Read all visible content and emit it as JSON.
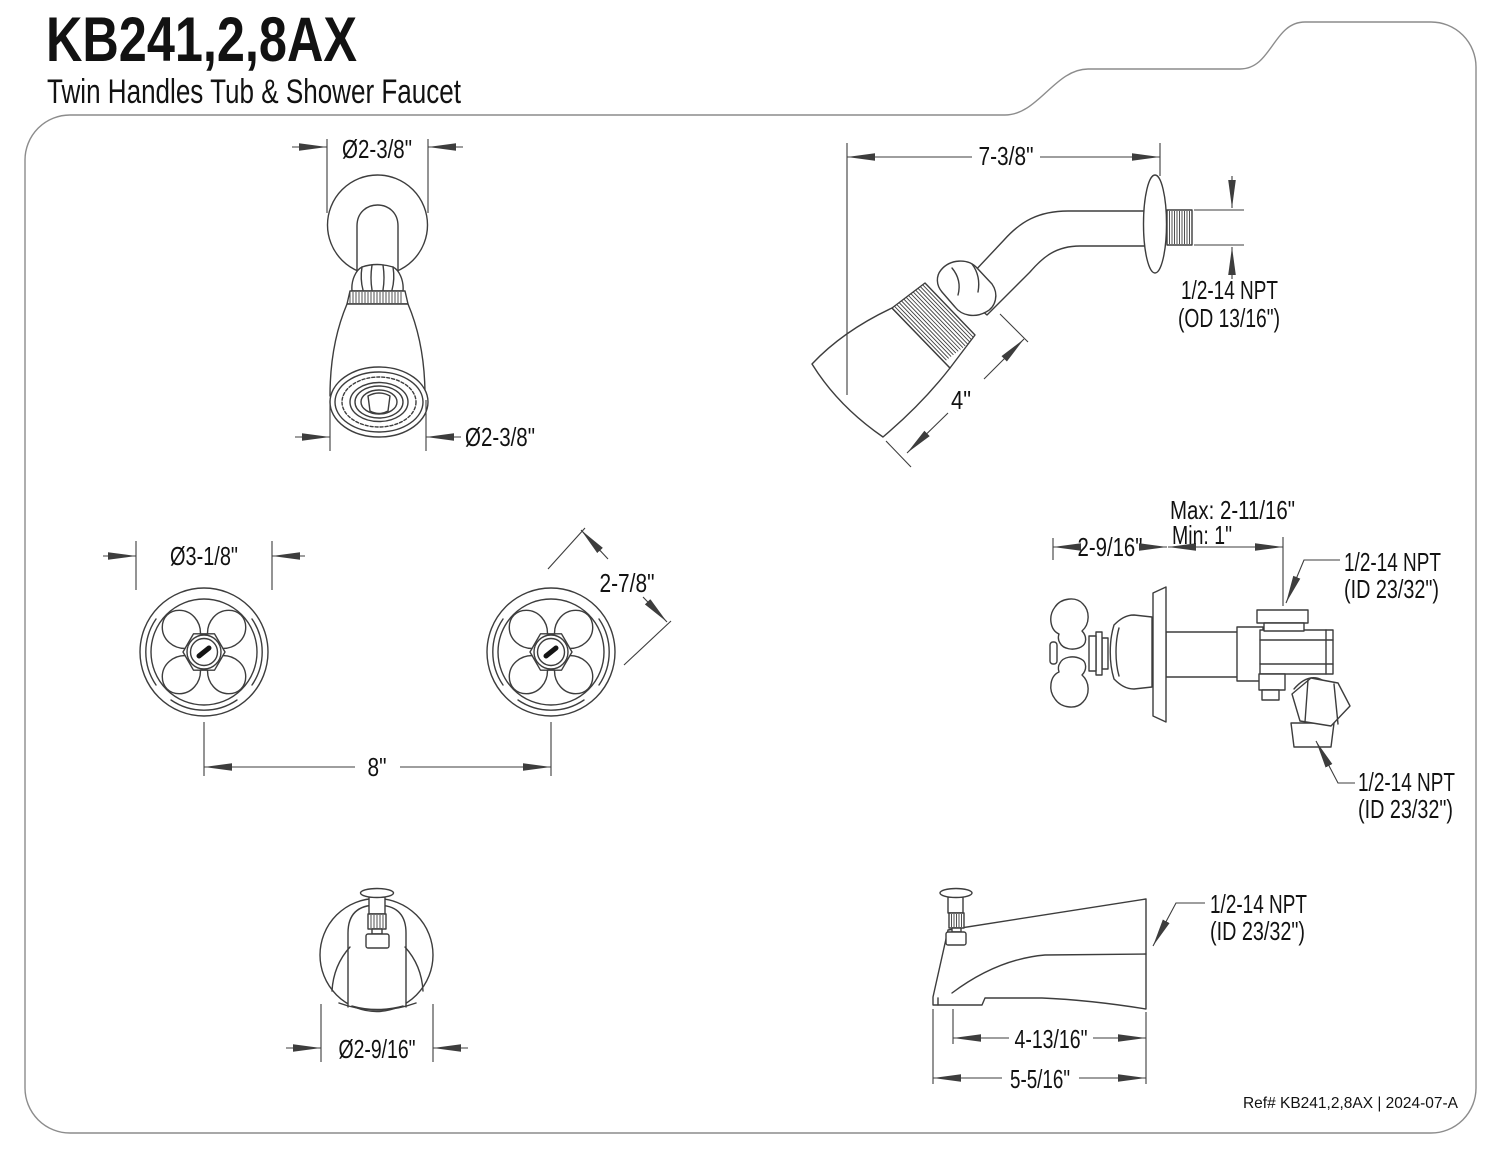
{
  "header": {
    "model": "KB241,2,8AX",
    "subtitle": "Twin Handles Tub & Shower Faucet"
  },
  "footer": {
    "reference": "Ref# KB241,2,8AX | 2024-07-A"
  },
  "colors": {
    "background": "#ffffff",
    "line": "#3d3d3d",
    "text": "#121212",
    "border": "#8c8c8c"
  },
  "drawings": {
    "showerhead_front": {
      "flange_diameter": "Ø2-3/8\"",
      "face_diameter": "Ø2-3/8\""
    },
    "showerhead_side": {
      "reach": "7-3/8\"",
      "head_length": "4\"",
      "arm_thread": "1/2-14 NPT",
      "arm_thread_od": "(OD 13/16\")"
    },
    "handles": {
      "diameter": "Ø3-1/8\"",
      "depth": "2-7/8\"",
      "spacing": "8\""
    },
    "valve": {
      "handle_projection": "2-9/16\"",
      "wall_max": "Max: 2-11/16\"",
      "wall_min": "Min: 1\"",
      "inlet_thread": "1/2-14 NPT",
      "inlet_thread_id": "(ID 23/32\")",
      "outlet_thread": "1/2-14 NPT",
      "outlet_thread_id": "(ID 23/32\")"
    },
    "spout_front": {
      "diameter": "Ø2-9/16\""
    },
    "spout_side": {
      "spout_length": "4-13/16\"",
      "overall_length": "5-5/16\"",
      "thread": "1/2-14 NPT",
      "thread_id": "(ID 23/32\")"
    }
  }
}
